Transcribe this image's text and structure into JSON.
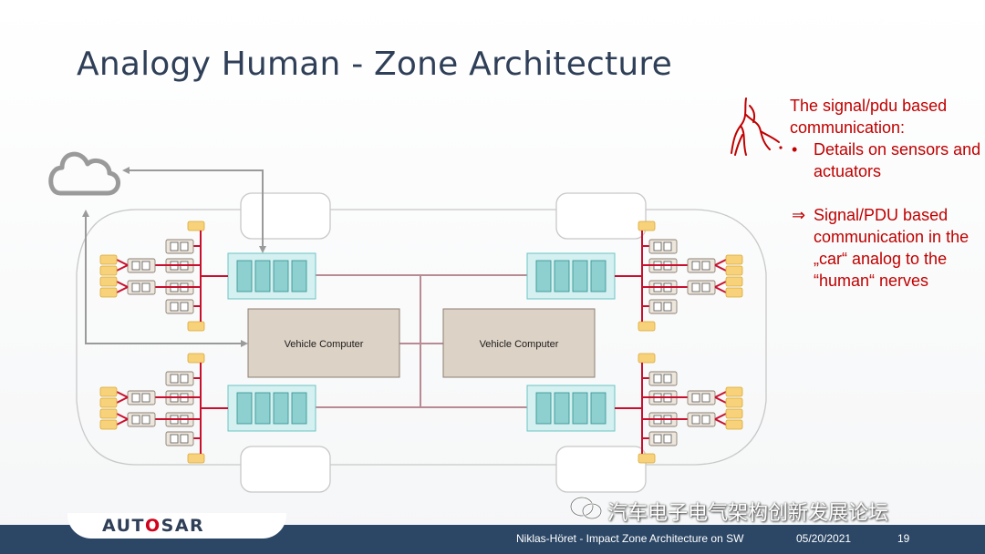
{
  "slide": {
    "title": "Analogy Human - Zone Architecture"
  },
  "diagram": {
    "left_computer_label": "Vehicle Computer",
    "right_computer_label": "Vehicle Computer"
  },
  "note": {
    "line1": "The signal/pdu based communication:",
    "bullet_mark": "•",
    "bullet_text": "Details on sensors and actuators",
    "arrow_mark": "⇒",
    "arrow_text": "Signal/PDU based communication in the „car“ analog to the “human“ nerves"
  },
  "footer": {
    "logo_pre": "AUT",
    "logo_mid": "O",
    "logo_post": "SAR",
    "author_text": "Niklas-Höret - Impact Zone Architecture on SW",
    "date": "05/20/2021",
    "page_number": "19"
  },
  "watermark": {
    "text": "汽车电子电气架构创新发展论坛"
  },
  "colors": {
    "title": "#2f3f58",
    "accent_red": "#c00000",
    "zone_fill": "#cdeeee",
    "zone_stroke": "#55b7b7",
    "computer_fill": "#ddd2c6",
    "footer_bg": "#2c4766",
    "wire": "#b84b63"
  }
}
